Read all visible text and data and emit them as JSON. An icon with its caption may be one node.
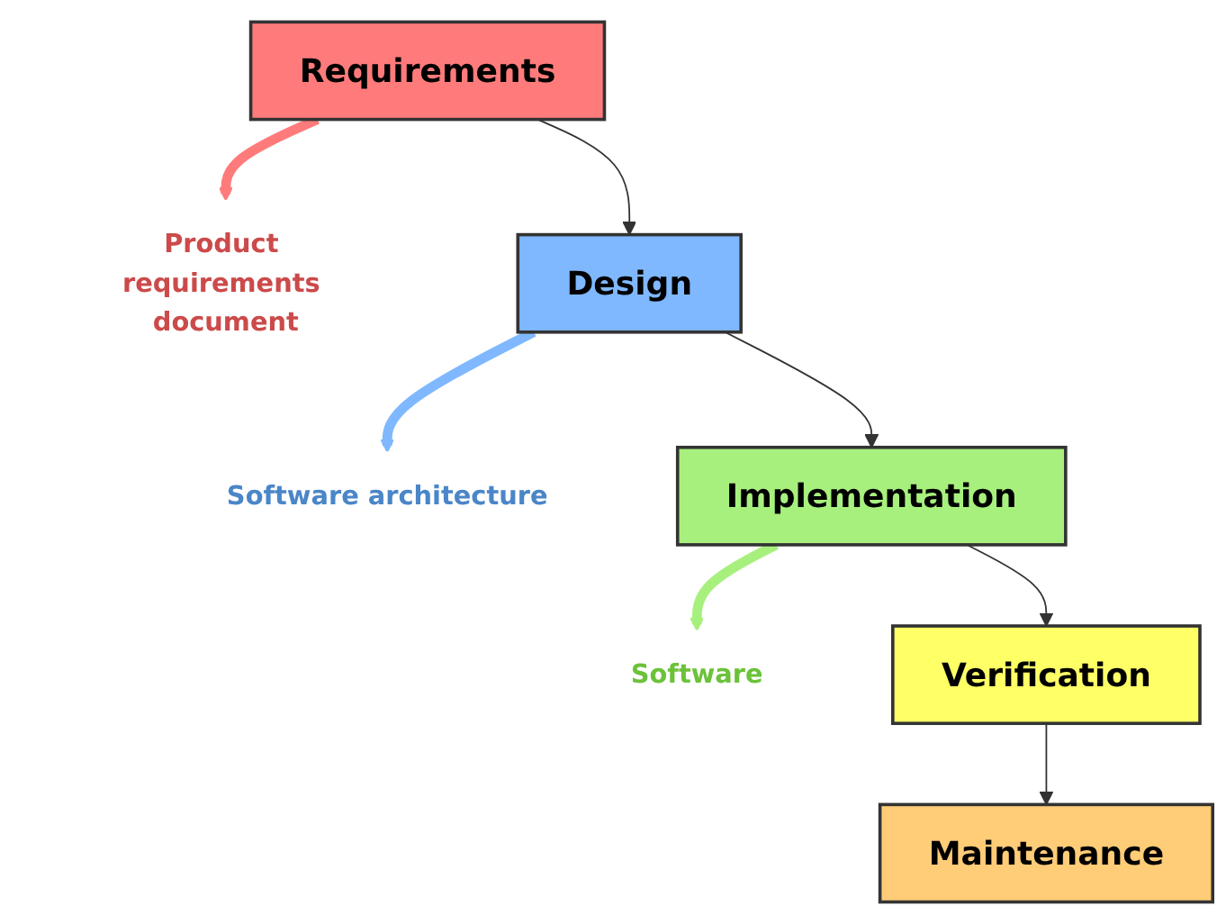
{
  "diagram": {
    "nodes": [
      {
        "text": [
          "Requirements"
        ]
      },
      {
        "text": [
          "Product requirements document"
        ]
      },
      {
        "text": [
          "Design"
        ]
      },
      {
        "text": [
          "Software architecture"
        ]
      },
      {
        "text": [
          "Implementation"
        ]
      },
      {
        "text": [
          "Software"
        ]
      },
      {
        "text": [
          "Verification"
        ]
      },
      {
        "text": [
          "Maintenance"
        ]
      }
    ],
    "edges": [
      {
        "from": 0,
        "to": 1,
        "arrow": "to",
        "style": "thick",
        "color": "#ff7b7b"
      },
      {
        "from": 0,
        "to": 2,
        "arrow": "to"
      },
      {
        "from": 2,
        "to": 3,
        "arrow": "to",
        "style": "thick",
        "color": "#7fb8ff"
      },
      {
        "from": 2,
        "to": 4,
        "arrow": "to"
      },
      {
        "from": 4,
        "to": 5,
        "arrow": "to",
        "style": "thick",
        "color": "#a8f07e"
      },
      {
        "from": 4,
        "to": 6,
        "arrow": "to"
      },
      {
        "from": 6,
        "to": 7,
        "arrow": "to"
      }
    ]
  }
}
